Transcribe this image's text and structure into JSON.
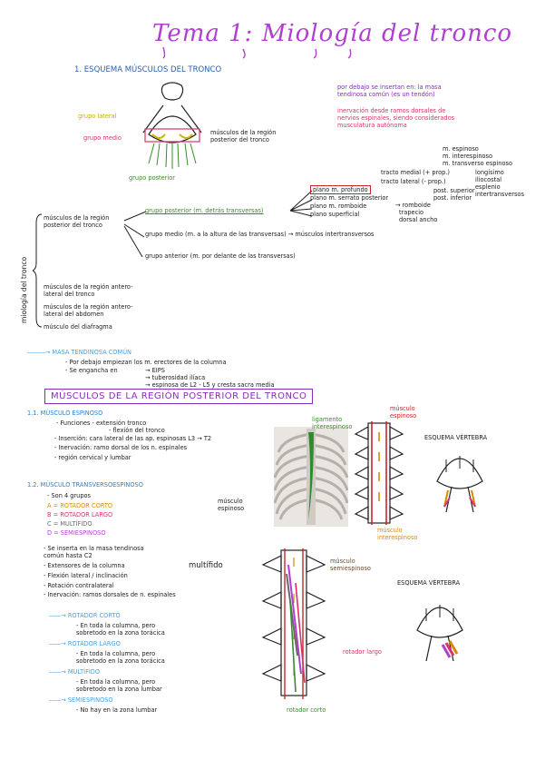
{
  "title": "Tema 1: Miología del tronco",
  "section1": {
    "heading": "1. ESQUEMA MÚSCULOS DEL TRONCO",
    "labels": {
      "grupo_lateral": "grupo lateral",
      "grupo_medio": "grupo medio",
      "grupo_posterior": "grupo posterior",
      "region_posterior": "músculos de la región posterior del tronco"
    },
    "notes": [
      "por debajo se insertan en: la masa tendinosa común (es un tendón)",
      "inervación desde ramos dorsales de nervios espinales, siendo considerados musculatura autónoma"
    ]
  },
  "tree": {
    "root": "miología del tronco",
    "branches": [
      "músculos de la región posterior del tronco",
      "músculos de la región antero-lateral del tronco",
      "músculos de la región antero-lateral del abdomen",
      "músculo del diafragma"
    ],
    "groups": [
      "grupo posterior (m. detrás transversas)",
      "grupo medio (m. a la altura de las transversas) → músculos intertransversos",
      "grupo anterior (m. por delante de las transversas)"
    ],
    "planes": [
      "plano m. profundo",
      "plano m. serrato posterior",
      "plano m. romboide",
      "plano superficial"
    ],
    "plane_targets": [
      "tracto medial (+ prop.)",
      "tracto lateral (- prop.)",
      "→ romboide",
      "trapecio",
      "dorsal ancho",
      "post. superior",
      "post. inferior"
    ],
    "tract_medial": [
      "m. espinoso",
      "m. interespinoso",
      "m. transverso espinoso"
    ],
    "tract_lateral": [
      "longísimo",
      "iliocostal",
      "esplenio",
      "intertransversos"
    ]
  },
  "masa": {
    "heading": "MASA TENDINOSA COMÚN",
    "lines": [
      "- Por debajo empiezan los m. erectores de la columna",
      "- Se engancha en",
      "→ EIPS",
      "→ tuberosidad ilíaca",
      "→ espinosa de L2 - L5 y cresta sacra media"
    ]
  },
  "box_heading": "MÚSCULOS DE LA REGIÓN POSTERIOR DEL TRONCO",
  "sub1": {
    "heading": "1.1. MÚSCULO ESPINOSO",
    "lines": [
      "- Funciones - extensión tronco",
      "- flexión del tronco",
      "- Inserción: cara lateral de las ap. espinosas L3 → T2",
      "- Inervación: ramo dorsal de los n. espinales",
      "- región cervical y lumbar"
    ]
  },
  "sub2": {
    "heading": "1.2. MÚSCULO TRANSVERSOESPINOSO",
    "intro": "- Son 4 grupos",
    "groups": [
      "A = ROTADOR CORTO",
      "B = ROTADOR LARGO",
      "C = MULTÍFIDO",
      "D = SEMIESPINOSO"
    ],
    "lines": [
      "- Se inserta en la masa tendinosa común hasta C2",
      "- Extensores de la columna",
      "- Flexión lateral / inclinación",
      "- Rotación contralateral",
      "- Inervación: ramos dorsales de n. espinales"
    ],
    "details": [
      {
        "name": "ROTADOR CORTO",
        "text": "- En toda la columna, pero sobretodo en la zona torácica"
      },
      {
        "name": "ROTADOR LARGO",
        "text": "- En toda la columna, pero sobretodo en la zona torácica"
      },
      {
        "name": "MULTÍFIDO",
        "text": "- En toda la columna, pero sobretodo en la zona lumbar"
      },
      {
        "name": "SEMIESPINOSO",
        "text": "- No hay en la zona lumbar"
      }
    ]
  },
  "diagram_labels": {
    "ligamento": "ligamento interespinoso",
    "musculo_espinoso": "músculo espinoso",
    "musculo_espinoso2": "músculo espinoso",
    "esquema_vertebra": "ESQUEMA VÉRTEBRA",
    "musculo_interespinoso": "músculo interespinoso",
    "multifido": "multífido",
    "musculo_semiespinoso": "músculo semiespinoso",
    "esquema_vertebra2": "ESQUEMA VÉRTEBRA",
    "rotador_largo": "rotador largo",
    "rotador_corto": "rotador corto"
  },
  "colors": {
    "title": "#b03fd0",
    "heading": "#2a5fb0",
    "box": "#8a2bbd",
    "pink": "#d6336c",
    "green": "#3a8a2a",
    "red": "#c62828"
  }
}
